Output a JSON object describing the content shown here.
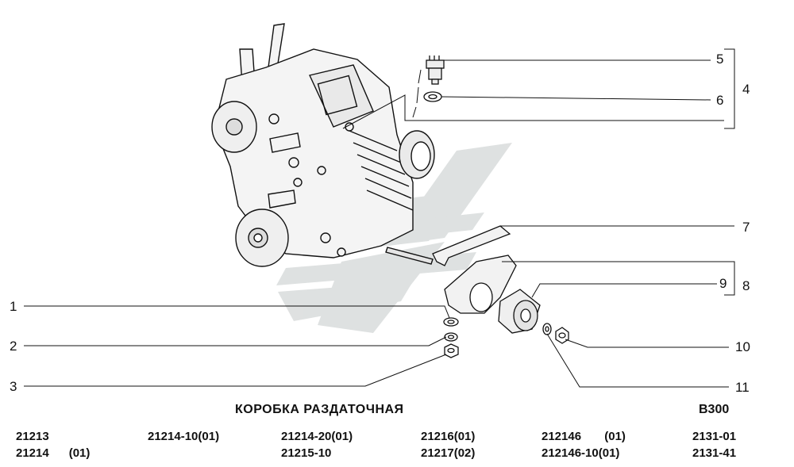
{
  "diagram": {
    "title": "КОРОБКА РАЗДАТОЧНАЯ",
    "code": "B300",
    "callouts": [
      "1",
      "2",
      "3",
      "4",
      "5",
      "6",
      "7",
      "8",
      "9",
      "10",
      "11"
    ],
    "models": [
      [
        "21213",
        "21214      (01)"
      ],
      [
        "21214-10(01)"
      ],
      [
        "21214-20(01)",
        "21215-10"
      ],
      [
        "21216(01)",
        "21217(02)"
      ],
      [
        "212146       (01)",
        "212146-10(01)"
      ],
      [
        "2131-01",
        "2131-41"
      ]
    ]
  },
  "colors": {
    "line": "#111111",
    "part_fill": "#f2f2f2",
    "watermark": "#d9dcdc"
  }
}
